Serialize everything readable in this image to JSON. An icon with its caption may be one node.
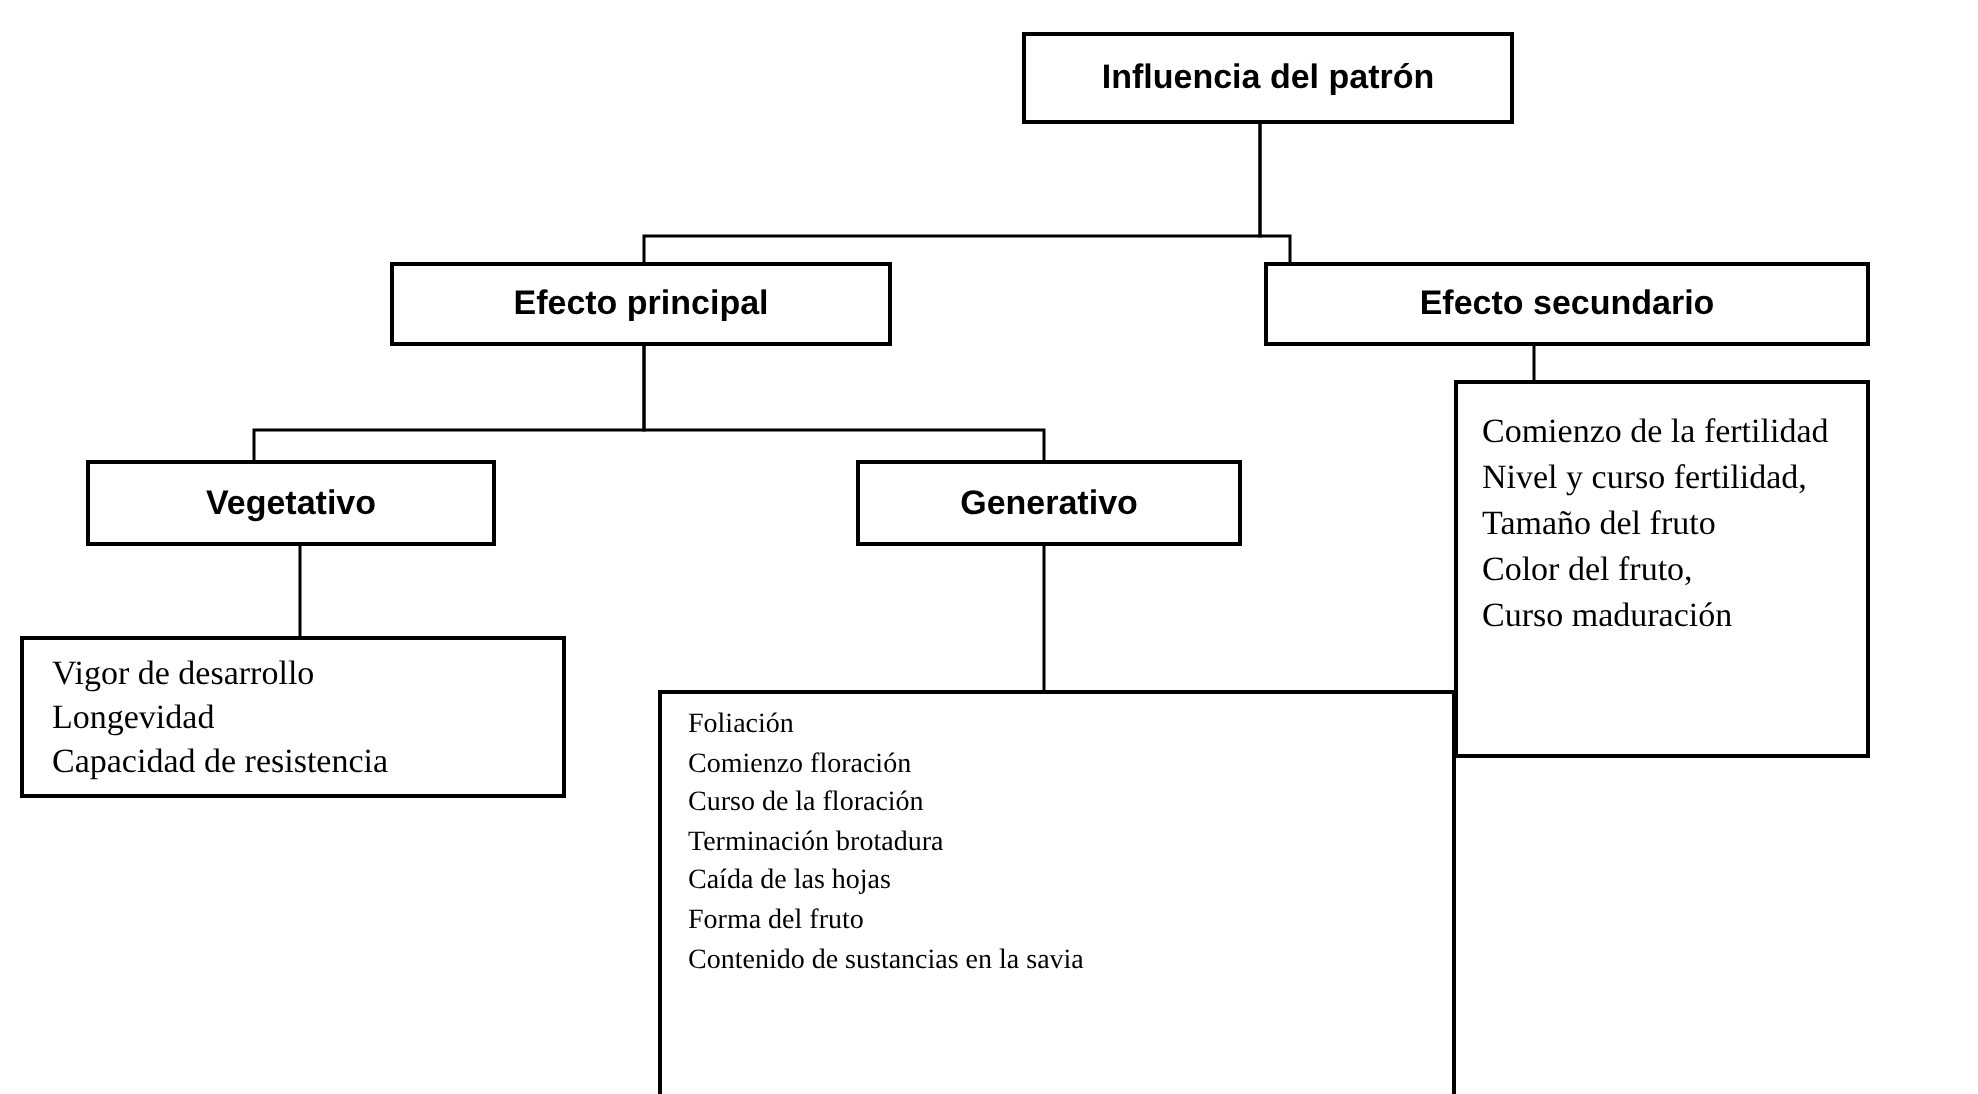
{
  "diagram": {
    "nodes": [
      {
        "text": [
          "Influencia del patrón"
        ]
      },
      {
        "text": [
          "Efecto principal"
        ]
      },
      {
        "text": [
          "Efecto secundario"
        ]
      },
      {
        "text": [
          "Comienzo de la fertilidad",
          "Nivel y curso fertilidad,",
          "Tamaño del fruto",
          "Color del fruto,",
          "Curso maduración"
        ]
      },
      {
        "text": [
          "Vegetativo"
        ]
      },
      {
        "text": [
          "Generativo"
        ]
      },
      {
        "text": [
          "Vigor de desarrollo",
          "Longevidad",
          "Capacidad de resistencia"
        ]
      },
      {
        "text": [
          "Foliación",
          "Comienzo floración",
          "Curso de la floración",
          "Terminación brotadura",
          "Caída de las hojas",
          "Forma del fruto",
          "Contenido de sustancias en la savia"
        ]
      }
    ],
    "edges": [
      {
        "from": 0,
        "to": 1,
        "arrow": "none"
      },
      {
        "from": 0,
        "to": 2,
        "arrow": "none"
      },
      {
        "from": 2,
        "to": 3,
        "arrow": "none"
      },
      {
        "from": 1,
        "to": 4,
        "arrow": "none"
      },
      {
        "from": 1,
        "to": 5,
        "arrow": "none"
      },
      {
        "from": 4,
        "to": 6,
        "arrow": "none"
      },
      {
        "from": 5,
        "to": 7,
        "arrow": "none"
      }
    ]
  }
}
